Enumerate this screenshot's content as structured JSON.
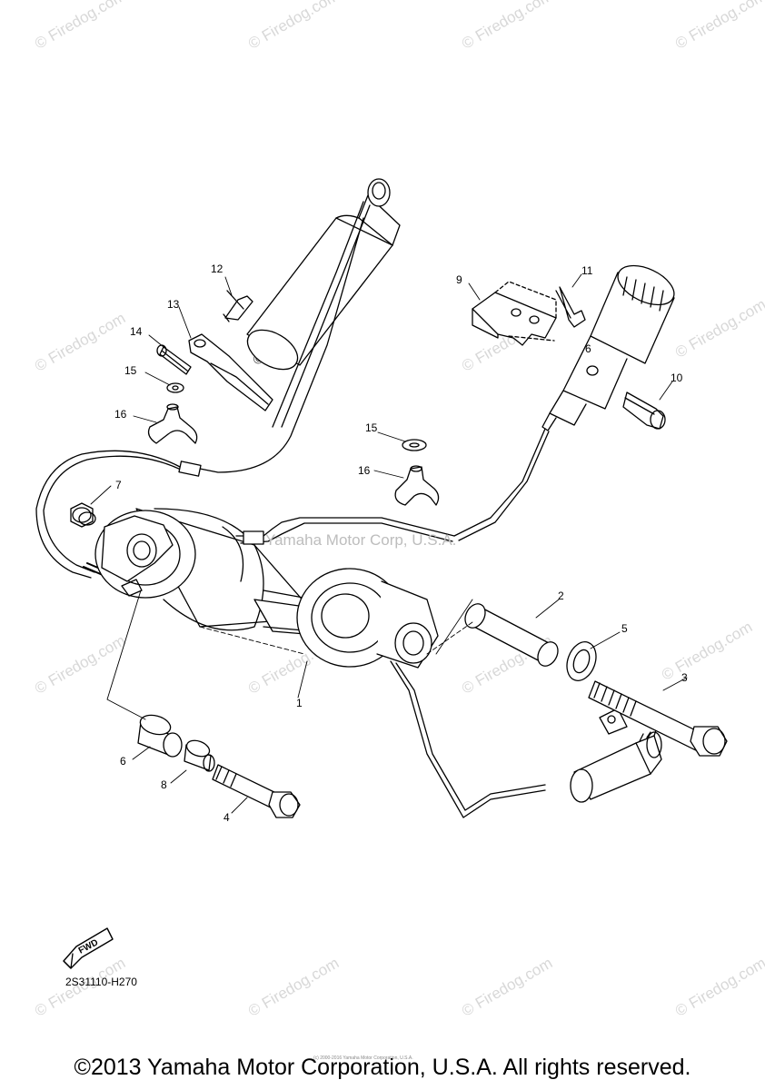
{
  "watermark_text": "© Firedog.com",
  "center_watermark": "Yamaha Motor Corp, U.S.A.",
  "part_code": "2S31110-H270",
  "fwd_label": "FWD",
  "tiny_print": "(c) 2000-2016 Yamaha Motor Corporation, U.S.A.",
  "copyright": "©2013 Yamaha Motor Corporation, U.S.A. All rights reserved.",
  "callouts": {
    "c1": "1",
    "c2": "2",
    "c3": "3",
    "c4": "4",
    "c5": "5",
    "c6a": "6",
    "c6b": "6",
    "c7": "7",
    "c8": "8",
    "c9": "9",
    "c10": "10",
    "c11": "11",
    "c12": "12",
    "c13": "13",
    "c14": "14",
    "c15a": "15",
    "c15b": "15",
    "c16a": "16",
    "c16b": "16"
  }
}
